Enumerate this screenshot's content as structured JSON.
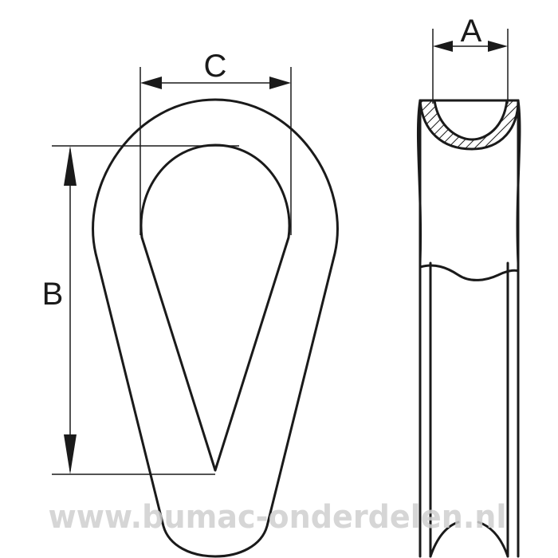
{
  "dimensions": {
    "a_label": "A",
    "b_label": "B",
    "c_label": "C"
  },
  "watermark": {
    "text": "www.bumac-onderdelen.nl"
  },
  "colors": {
    "line": "#1a1a1a",
    "background": "#ffffff",
    "watermark": "#cfcfcf"
  }
}
